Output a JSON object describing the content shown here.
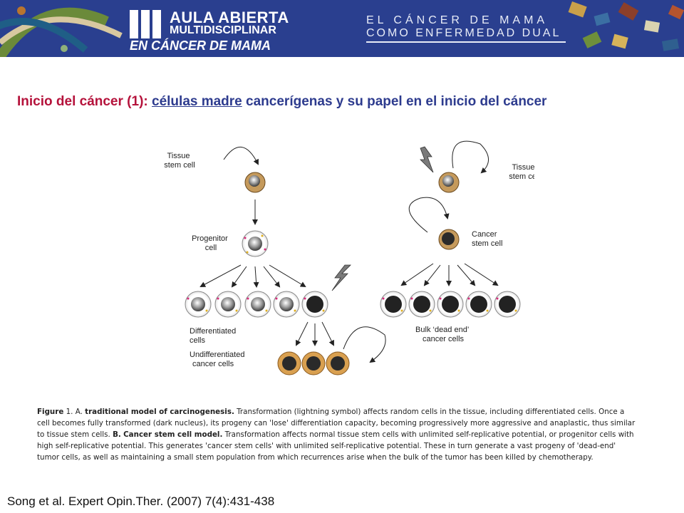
{
  "header": {
    "logo_line1": "AULA ABIERTA",
    "logo_line2": "MULTIDISCIPLINAR",
    "logo_line3": "EN CÁNCER DE MAMA",
    "tagline_line1": "EL CÁNCER DE MAMA",
    "tagline_line2": "COMO ENFERMEDAD DUAL",
    "colors": {
      "banner": "#2a3f8f",
      "text": "#ffffff"
    }
  },
  "title": {
    "lead": "Inicio del cáncer (1):",
    "underlined": "células madre",
    "rest": "cancerígenas y su papel en el inicio del cáncer",
    "colors": {
      "lead": "#b5123b",
      "rest": "#2d3b8e"
    }
  },
  "diagram": {
    "left": {
      "tissue_stem_cell": [
        "Tissue",
        "stem cell"
      ],
      "progenitor_cell": [
        "Progenitor",
        "cell"
      ],
      "differentiated_cells": [
        "Differentiated",
        "cells"
      ],
      "undifferentiated_cancer_cells": [
        "Undifferentiated",
        "cancer cells"
      ]
    },
    "right": {
      "tissue_stem_cell": [
        "Tissue",
        "stem cell"
      ],
      "cancer_stem_cell": [
        "Cancer",
        "stem cell"
      ],
      "bulk_cancer_cells": [
        "Bulk ‘dead end’",
        "cancer cells"
      ]
    }
  },
  "caption": {
    "figure_label": "Figure",
    "figure_num": "1.",
    "partA_label": "A.",
    "partA_title": "traditional model of carcinogenesis.",
    "partA_text": "Transformation (lightning symbol) affects random cells in the tissue, including differentiated cells. Once a cell becomes fully transformed (dark nucleus), its progeny can 'lose' differentiation capacity, becoming progressively more aggressive and anaplastic, thus similar to tissue stem cells.",
    "partB_label": "B.",
    "partB_title": "Cancer stem cell model.",
    "partB_text": "Transformation affects normal tissue stem cells with unlimited self-replicative potential, or progenitor cells with high self-replicative potential. This generates 'cancer stem cells' with unlimited self-replicative potential. These in turn generate a vast progeny of 'dead-end' tumor cells, as well as maintaining a small stem population from which recurrences arise when the bulk of the tumor has been killed by chemotherapy."
  },
  "reference": "Song et al. Expert Opin.Ther. (2007) 7(4):431-438"
}
